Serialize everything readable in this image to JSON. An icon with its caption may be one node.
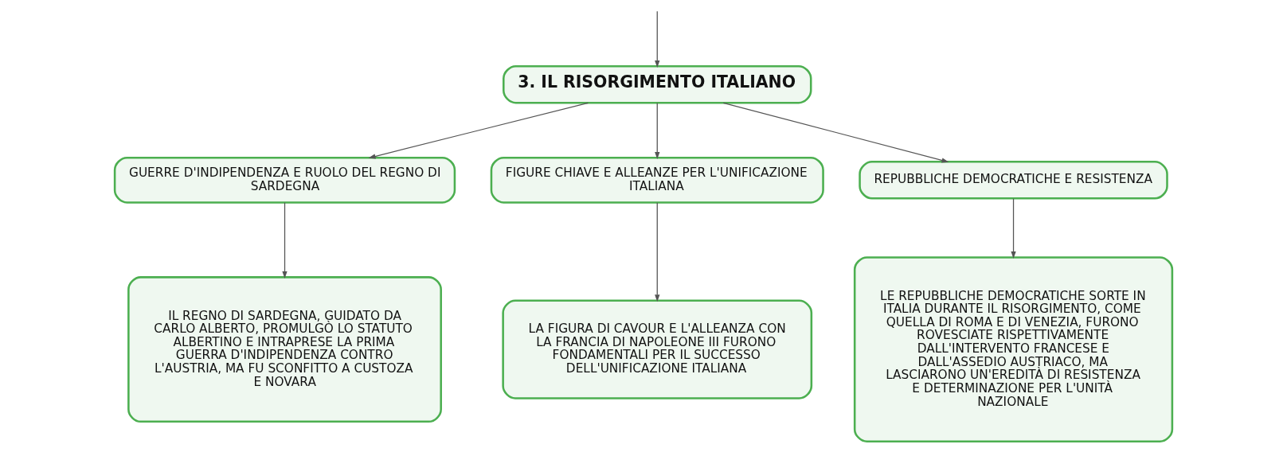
{
  "diagram": {
    "nodes": [
      {
        "text": [
          "3. IL RISORGIMENTO ITALIANO"
        ]
      },
      {
        "text": [
          "GUERRE D'INDIPENDENZA E RUOLO DEL REGNO DI SARDEGNA"
        ]
      },
      {
        "text": [
          "FIGURE CHIAVE E ALLEANZE PER L'UNIFICAZIONE ITALIANA"
        ]
      },
      {
        "text": [
          "REPUBBLICHE DEMOCRATICHE E RESISTENZA"
        ]
      },
      {
        "text": [
          "IL REGNO DI SARDEGNA, GUIDATO DA CARLO ALBERTO, PROMULGÒ LO STATUTO ALBERTINO E INTRAPRESE LA PRIMA GUERRA D'INDIPENDENZA CONTRO L'AUSTRIA, MA FU SCONFITTO A CUSTOZA E NOVARA"
        ]
      },
      {
        "text": [
          "LA FIGURA DI CAVOUR E L'ALLEANZA CON LA FRANCIA DI NAPOLEONE III FURONO FONDAMENTALI PER IL SUCCESSO DELL'UNIFICAZIONE ITALIANA"
        ]
      },
      {
        "text": [
          "LE REPUBBLICHE DEMOCRATICHE SORTE IN ITALIA DURANTE IL RISORGIMENTO, COME QUELLA DI ROMA E DI VENEZIA, FURONO ROVESCIATE RISPETTIVAMENTE DALL'INTERVENTO FRANCESE E DALL'ASSEDIO AUSTRIACO, MA LASCIARONO UN'EREDITÀ DI RESISTENZA E DETERMINAZIONE PER L'UNITÀ NAZIONALE"
        ]
      }
    ],
    "edges": [
      {
        "from": null,
        "to": 0,
        "arrow": "to"
      },
      {
        "from": 0,
        "to": 1,
        "arrow": "to"
      },
      {
        "from": 0,
        "to": 2,
        "arrow": "to"
      },
      {
        "from": 0,
        "to": 3,
        "arrow": "to"
      },
      {
        "from": 1,
        "to": 4,
        "arrow": "to"
      },
      {
        "from": 2,
        "to": 5,
        "arrow": "to"
      },
      {
        "from": 3,
        "to": 6,
        "arrow": "to"
      }
    ]
  }
}
